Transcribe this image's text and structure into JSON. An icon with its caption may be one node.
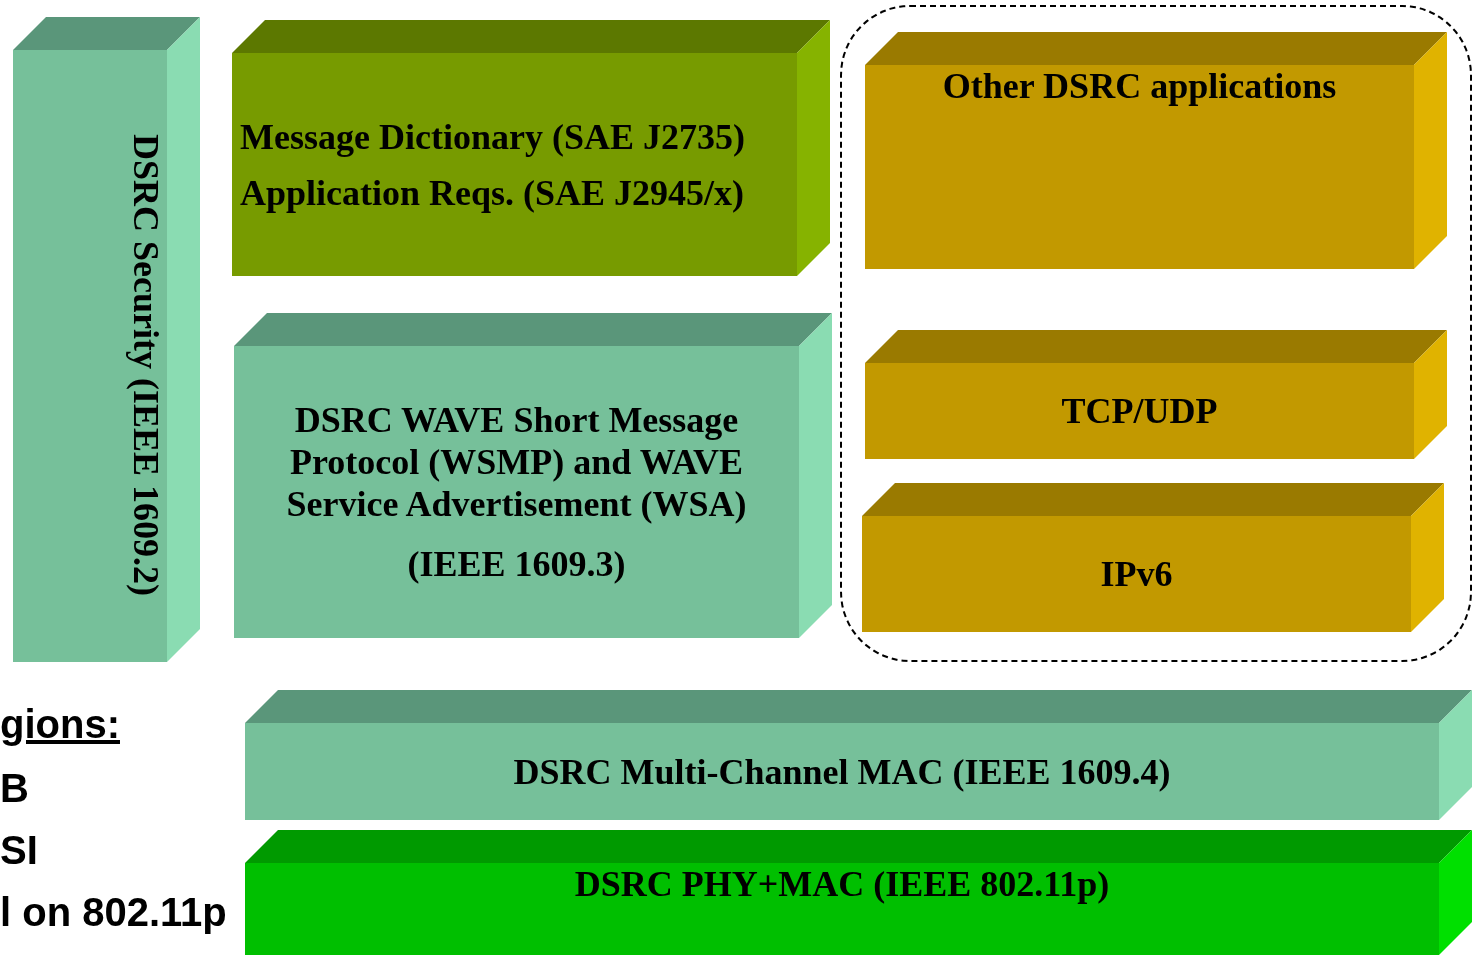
{
  "diagram": {
    "nodes": [
      {
        "text": [
          "DSRC Security (IEEE 1609.2)"
        ]
      },
      {
        "text": [
          "Message Dictionary (SAE J2735)",
          "Application Reqs. (SAE J2945/x)"
        ]
      },
      {
        "text": [],
        "shape": "box"
      },
      {
        "text": [
          "Other DSRC applications"
        ],
        "in": 2
      },
      {
        "text": [
          "DSRC WAVE Short Message Protocol (WSMP) and WAVE Service Advertisement (WSA)",
          "(IEEE 1609.3)"
        ]
      },
      {
        "text": [
          "TCP/UDP"
        ],
        "in": 2
      },
      {
        "text": [
          "IPv6"
        ],
        "in": 2
      },
      {
        "text": [
          "DSRC Multi-Channel MAC (IEEE 1609.4)"
        ]
      },
      {
        "text": [
          "DSRC PHY+MAC (IEEE 802.11p)"
        ]
      }
    ],
    "edges": [],
    "labels": [
      "gions:",
      "B",
      "SI",
      "l on 802.11p"
    ]
  }
}
